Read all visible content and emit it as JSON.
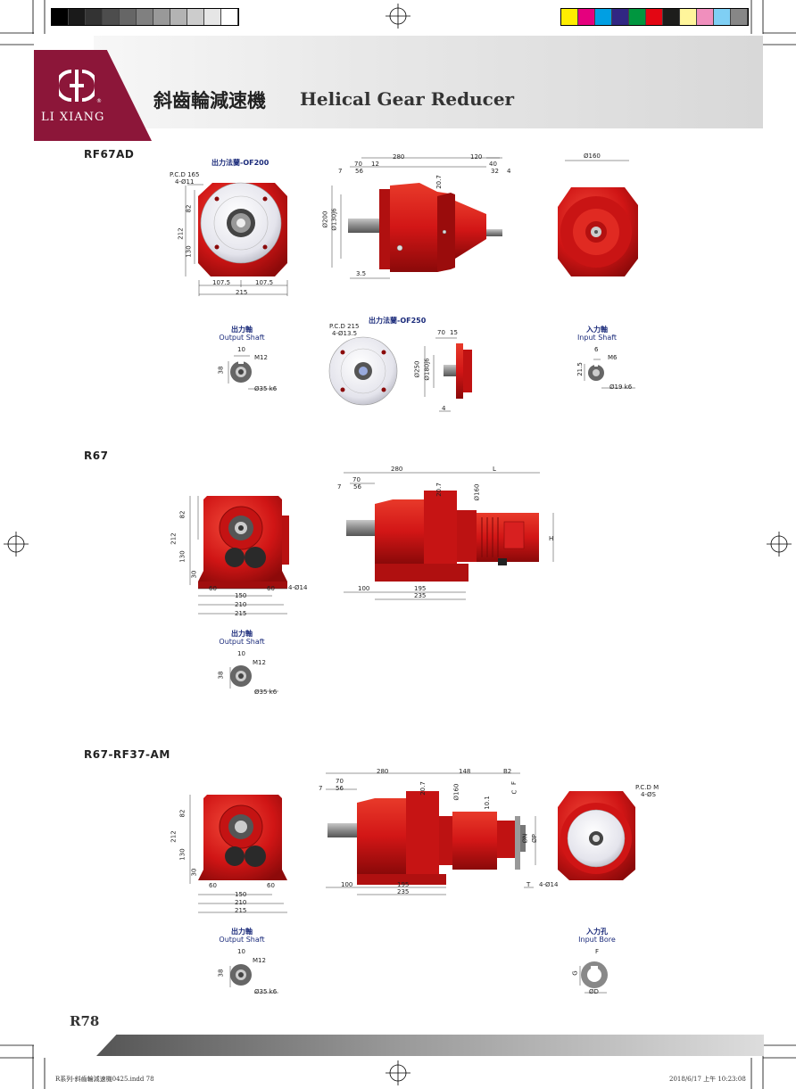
{
  "header": {
    "title_zh": "斜齒輪減速機",
    "title_en": "Helical Gear Reducer",
    "logo_text": "LI XIANG",
    "logo_mark": "®"
  },
  "sections": {
    "s1": "RF67AD",
    "s2": "R67",
    "s3": "R67-RF37-AM"
  },
  "captions": {
    "output_shaft_zh": "出力軸",
    "output_shaft_en": "Output Shaft",
    "input_shaft_zh": "入力軸",
    "input_shaft_en": "Input Shaft",
    "input_bore_zh": "入力孔",
    "input_bore_en": "Input Bore",
    "flange_of200": "出力法蘭-OF200",
    "flange_of250": "出力法蘭-OF250"
  },
  "dims": {
    "pcd165": "P.C.D 165",
    "holes11": "4-Ø11",
    "pcd215": "P.C.D 215",
    "holes135": "4-Ø13.5",
    "d82": "82",
    "d212": "212",
    "d130": "130",
    "d30": "30",
    "d1075a": "107.5",
    "d1075b": "107.5",
    "d215": "215",
    "d280": "280",
    "d120": "120",
    "d70": "70",
    "d12": "12",
    "d7": "7",
    "d56": "56",
    "d40": "40",
    "d32": "32",
    "d4": "4",
    "d207": "20.7",
    "d200": "Ø200",
    "d130j6": "Ø130j6",
    "d35": "3.5",
    "d160": "Ø160",
    "d10": "10",
    "d38": "38",
    "m12": "M12",
    "d35k6": "Ø35 k6",
    "d250": "Ø250",
    "d180j6": "Ø180j6",
    "d15": "15",
    "d6": "6",
    "d215b": "21.5",
    "m6": "M6",
    "d19k6": "Ø19 k6",
    "dL": "L",
    "dH": "H",
    "d60a": "60",
    "d60b": "60",
    "d150": "150",
    "d210": "210",
    "holes14": "4-Ø14",
    "d100": "100",
    "d195": "195",
    "d235": "235",
    "d148": "148",
    "dB2": "B2",
    "dF": "F",
    "dC": "C",
    "d101": "10.1",
    "dN": "ØN",
    "dP": "ØP",
    "dT": "T",
    "pcdM": "P.C.D M",
    "holesS": "4-ØS",
    "dG": "G",
    "dD": "ØD"
  },
  "footer": {
    "page_number": "R78",
    "slug_left": "R系列-斜齒輪減速機0425.indd   78",
    "slug_right": "2018/6/17   上午 10:23:08"
  },
  "colors": {
    "brand": "#8c1639",
    "product_red": "#d81818",
    "caption_blue": "#1a2a7a"
  },
  "registration_swatches": {
    "grays": [
      "#000000",
      "#1a1a1a",
      "#333333",
      "#4d4d4d",
      "#666666",
      "#808080",
      "#999999",
      "#b3b3b3",
      "#cccccc",
      "#e6e6e6",
      "#ffffff"
    ],
    "colors": [
      "#ffed00",
      "#e5007e",
      "#009fe3",
      "#312783",
      "#00963f",
      "#e30613",
      "#1d1d1b",
      "#fff59b",
      "#f08fbd",
      "#7fcff4",
      "#878787"
    ]
  }
}
